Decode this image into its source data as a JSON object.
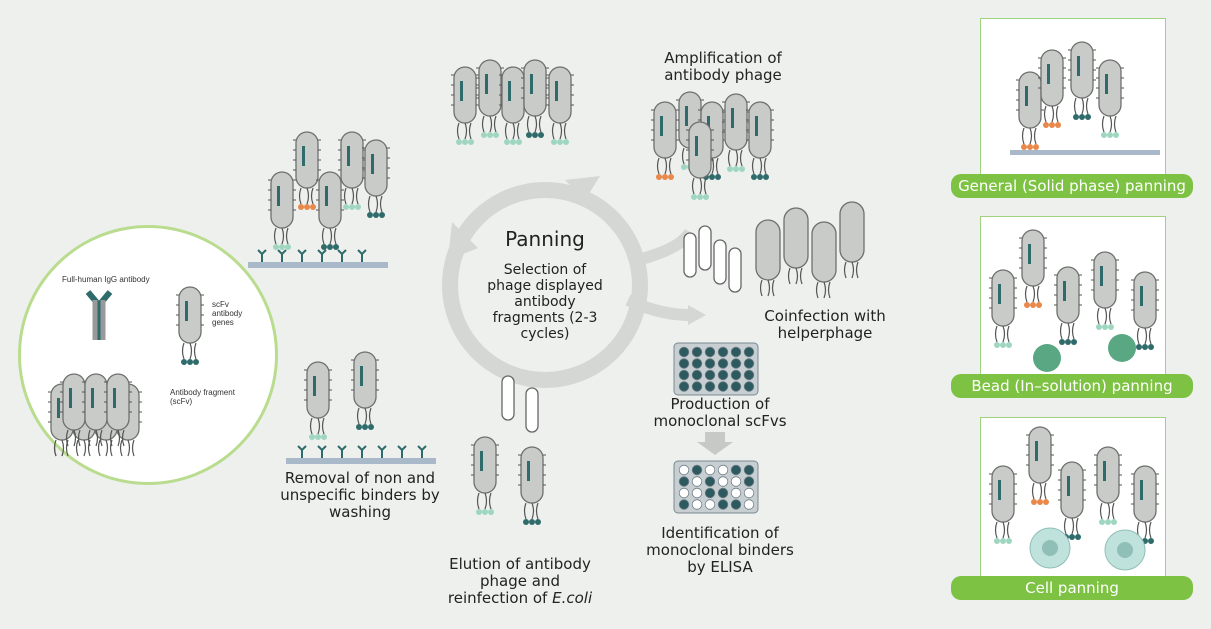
{
  "colors": {
    "accent": "#7dc243",
    "panel_border": "#9fd37e",
    "phage_body": "#c9cbc9",
    "phage_stroke": "#6e706e",
    "orange": "#e8884a",
    "teal": "#2f6b6b",
    "mint": "#9fd6c0",
    "bead": "#5aa784",
    "cell": "#bfe2dc"
  },
  "cycle": {
    "title": "Panning",
    "subtitle": "Selection of phage displayed antibody fragments (2-3 cycles)"
  },
  "inset": {
    "antibody_label": "Full-human IgG antibody",
    "scfv_label": "scFv",
    "genes_label": "antibody genes",
    "fragment_label": "Antibody fragment (scFv)"
  },
  "labels": {
    "amplification": "Amplification of antibody phage",
    "coinfection": "Coinfection with helperphage",
    "removal": "Removal of non and unspecific binders by washing",
    "elution_a": "Elution of antibody phage and reinfection of ",
    "elution_italic": "E.coli",
    "production": "Production of monoclonal scFvs",
    "identification": "Identification of monoclonal binders by ELISA"
  },
  "panning_types": [
    {
      "label": "General (Solid phase) panning"
    },
    {
      "label": "Bead (In–solution) panning"
    },
    {
      "label": "Cell panning"
    }
  ]
}
